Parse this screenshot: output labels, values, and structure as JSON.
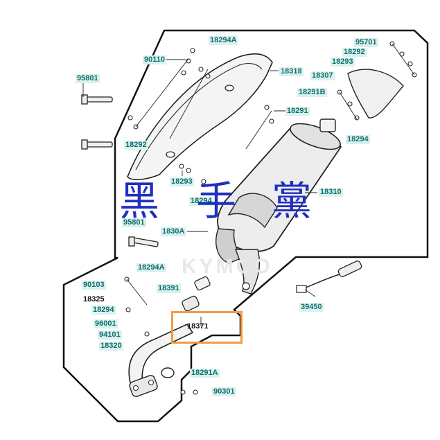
{
  "diagram": {
    "brand_watermark": "KYMCO",
    "overlay_watermark": [
      "黑",
      "手",
      "黨"
    ],
    "highlight_color": "#f39a45",
    "label_color": "#0f6f6a",
    "label_bg_color": "#d9f1ef",
    "parts": [
      {
        "id": "p18294A-top",
        "number": "18294A",
        "style": "teal"
      },
      {
        "id": "p90110",
        "number": "90110",
        "style": "teal"
      },
      {
        "id": "p18318",
        "number": "18318",
        "style": "teal"
      },
      {
        "id": "p95801-top",
        "number": "95801",
        "style": "teal"
      },
      {
        "id": "p18292-left",
        "number": "18292",
        "style": "teal"
      },
      {
        "id": "p18291",
        "number": "18291",
        "style": "teal"
      },
      {
        "id": "p18293",
        "number": "18293",
        "style": "teal"
      },
      {
        "id": "p18294-mid",
        "number": "18294",
        "style": "teal"
      },
      {
        "id": "p95701",
        "number": "95701",
        "style": "teal"
      },
      {
        "id": "p18292-right",
        "number": "18292",
        "style": "teal"
      },
      {
        "id": "p18293-right",
        "number": "18293",
        "style": "teal"
      },
      {
        "id": "p18307",
        "number": "18307",
        "style": "teal"
      },
      {
        "id": "p18291B",
        "number": "18291B",
        "style": "teal"
      },
      {
        "id": "p18294-right",
        "number": "18294",
        "style": "teal"
      },
      {
        "id": "p18310",
        "number": "18310",
        "style": "teal"
      },
      {
        "id": "p95801-mid",
        "number": "95801",
        "style": "teal"
      },
      {
        "id": "p1830A",
        "number": "1830A",
        "style": "teal"
      },
      {
        "id": "p18294A-low",
        "number": "18294A",
        "style": "teal"
      },
      {
        "id": "p90103",
        "number": "90103",
        "style": "teal"
      },
      {
        "id": "p18325",
        "number": "18325",
        "style": "plain"
      },
      {
        "id": "p18294-low",
        "number": "18294",
        "style": "teal"
      },
      {
        "id": "p18391",
        "number": "18391",
        "style": "teal"
      },
      {
        "id": "p96001",
        "number": "96001",
        "style": "teal"
      },
      {
        "id": "p94101",
        "number": "94101",
        "style": "teal"
      },
      {
        "id": "p18320",
        "number": "18320",
        "style": "teal"
      },
      {
        "id": "p18371",
        "number": "18371",
        "style": "highlight"
      },
      {
        "id": "p39450",
        "number": "39450",
        "style": "teal"
      },
      {
        "id": "p18291A",
        "number": "18291A",
        "style": "teal"
      },
      {
        "id": "p90301",
        "number": "90301",
        "style": "teal"
      }
    ]
  }
}
